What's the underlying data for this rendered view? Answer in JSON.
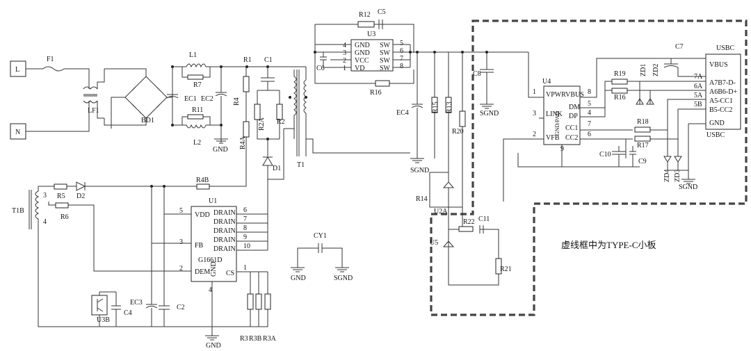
{
  "labels": {
    "L": "L",
    "N": "N",
    "F1": "F1",
    "LF1": "LF1",
    "BD1": "BD1",
    "L1": "L1",
    "R7": "R7",
    "EC1": "EC1",
    "EC2": "EC2",
    "R11": "R11",
    "L2": "L2",
    "R1": "R1",
    "C1": "C1",
    "R4": "R4",
    "R4A": "R4A",
    "R2A": "R2A",
    "R2": "R2",
    "D1": "D1",
    "T1": "T1",
    "GND": "GND",
    "SGND": "SGND",
    "R12": "R12",
    "C5": "C5",
    "U3": "U3",
    "C6": "C6",
    "R16a": "R16",
    "C8": "C8",
    "EC4": "EC4",
    "R15": "R15",
    "R13": "R13",
    "R20": "R20",
    "U4": "U4",
    "R19": "R19",
    "R16b": "R16",
    "ZD1": "ZD1",
    "ZD2": "ZD2",
    "C7": "C7",
    "R18": "R18",
    "R17": "R17",
    "C10": "C10",
    "C9": "C9",
    "ZD4": "ZD4",
    "ZD3": "ZD3",
    "USBC_top": "USBC",
    "USBC_bot": "USBC",
    "T1B": "T1B",
    "R5": "R5",
    "D2": "D2",
    "R6": "R6",
    "R4B": "R4B",
    "U1": "U1",
    "U1part": "G1661D",
    "EC3": "EC3",
    "C2": "C2",
    "C4": "C4",
    "U3B": "U3B",
    "R3": "R3",
    "R3B": "R3B",
    "R3A": "R3A",
    "CY1": "CY1",
    "R14": "R14",
    "U2A": "U2A",
    "C11": "C11",
    "R22": "R22",
    "U5": "U5",
    "R21": "R21",
    "note": "虚线框中为TYPE-C小板"
  },
  "u3_pins": {
    "left": [
      "GND",
      "GND",
      "VCC",
      "VD"
    ],
    "left_nums": [
      "4",
      "3",
      "2",
      "1"
    ],
    "right": [
      "SW",
      "SW",
      "SW",
      "SW"
    ],
    "right_nums": [
      "5",
      "6",
      "7",
      "8"
    ]
  },
  "u4_pins": {
    "names": [
      "VPWRVBUS",
      "DM",
      "DP",
      "LINK",
      "CC1",
      "CC2",
      "VFB",
      "GND/PAD"
    ],
    "nums": [
      "1",
      "8",
      "5",
      "4",
      "3",
      "7",
      "6",
      "2",
      "9"
    ]
  },
  "u1_pins": {
    "left": [
      "VDD",
      "FB",
      "DEM"
    ],
    "left_nums": [
      "5",
      "3",
      "2"
    ],
    "right": [
      "DRAIN",
      "DRAIN",
      "DRAIN",
      "DRAIN",
      "DRAIN",
      "CS"
    ],
    "right_nums": [
      "6",
      "7",
      "8",
      "9",
      "10",
      "1"
    ],
    "gnd": "GND",
    "gnd_num": "4"
  },
  "t1b_pins": [
    "3",
    "4"
  ],
  "usbc_pins": {
    "names": [
      "VBUS",
      "A7B7-D-",
      "A6B6-D+",
      "A5-CC1",
      "B5-CC2",
      "GND"
    ],
    "nums": [
      "7A",
      "6A",
      "5A",
      "5B"
    ]
  }
}
